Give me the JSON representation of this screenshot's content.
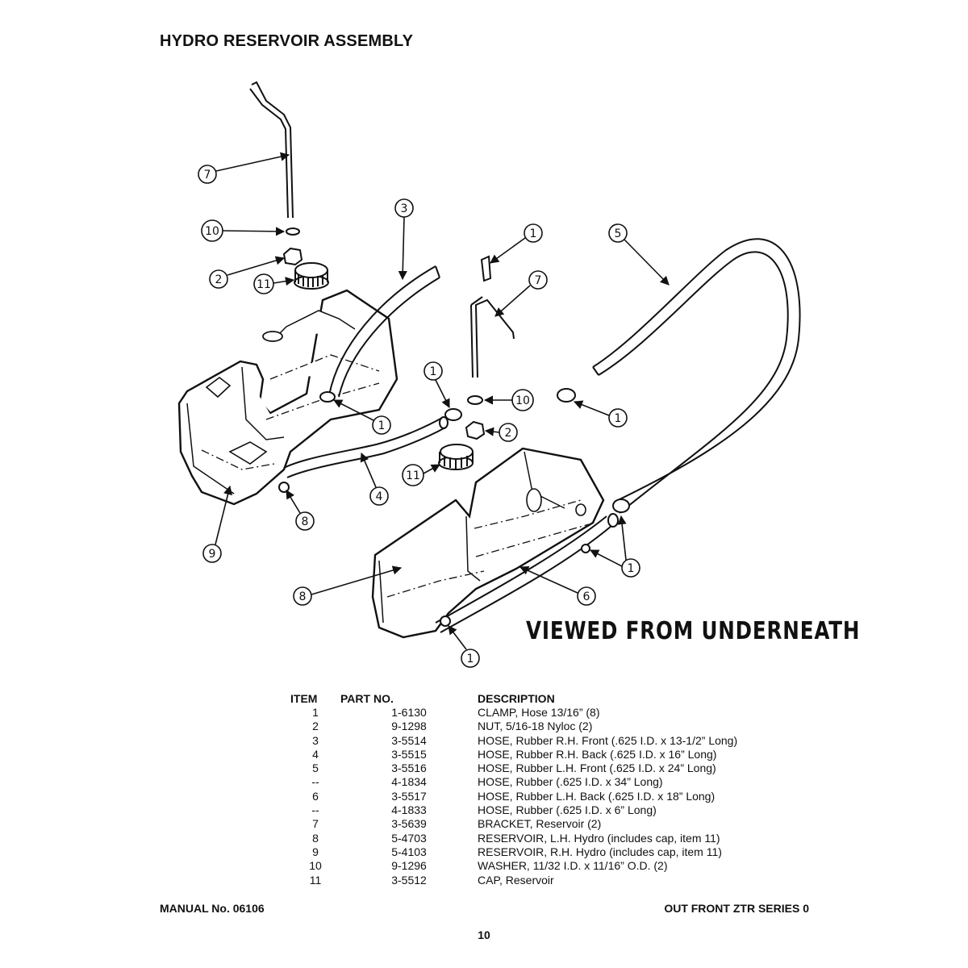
{
  "title": "HYDRO RESERVOIR ASSEMBLY",
  "diagram": {
    "view_label": "VIEWED FROM UNDERNEATH",
    "callouts": [
      "7",
      "10",
      "2",
      "11",
      "3",
      "1",
      "7",
      "5",
      "1",
      "10",
      "2",
      "1",
      "11",
      "1",
      "4",
      "9",
      "8",
      "6",
      "1",
      "1"
    ]
  },
  "parts_table": {
    "headers": {
      "item": "ITEM",
      "part_no": "PART NO.",
      "description": "DESCRIPTION"
    },
    "rows": [
      {
        "item": "1",
        "part_no": "1-6130",
        "description": "CLAMP, Hose 13/16” (8)"
      },
      {
        "item": "2",
        "part_no": "9-1298",
        "description": "NUT, 5/16-18 Nyloc (2)"
      },
      {
        "item": "3",
        "part_no": "3-5514",
        "description": "HOSE, Rubber R.H. Front (.625 I.D. x 13-1/2” Long)"
      },
      {
        "item": "4",
        "part_no": "3-5515",
        "description": "HOSE, Rubber R.H. Back (.625 I.D. x 16” Long)"
      },
      {
        "item": "5",
        "part_no": "3-5516",
        "description": "HOSE, Rubber L.H. Front (.625 I.D. x 24” Long)"
      },
      {
        "item": "--",
        "part_no": "4-1834",
        "description": "HOSE, Rubber (.625 I.D. x 34” Long)"
      },
      {
        "item": "6",
        "part_no": "3-5517",
        "description": "HOSE, Rubber L.H. Back (.625 I.D. x 18” Long)"
      },
      {
        "item": "--",
        "part_no": "4-1833",
        "description": "HOSE, Rubber (.625 I.D. x 6” Long)"
      },
      {
        "item": "7",
        "part_no": "3-5639",
        "description": "BRACKET, Reservoir (2)"
      },
      {
        "item": "8",
        "part_no": "5-4703",
        "description": "RESERVOIR, L.H. Hydro (includes cap, item 11)"
      },
      {
        "item": "9",
        "part_no": "5-4103",
        "description": "RESERVOIR, R.H. Hydro (includes cap, item 11)"
      },
      {
        "item": "10",
        "part_no": "9-1296",
        "description": "WASHER, 11/32 I.D. x 11/16” O.D. (2)"
      },
      {
        "item": "11",
        "part_no": "3-5512",
        "description": "CAP, Reservoir"
      }
    ]
  },
  "footer": {
    "manual": "MANUAL No. 06106",
    "series": "OUT FRONT ZTR SERIES 0",
    "page": "10"
  }
}
